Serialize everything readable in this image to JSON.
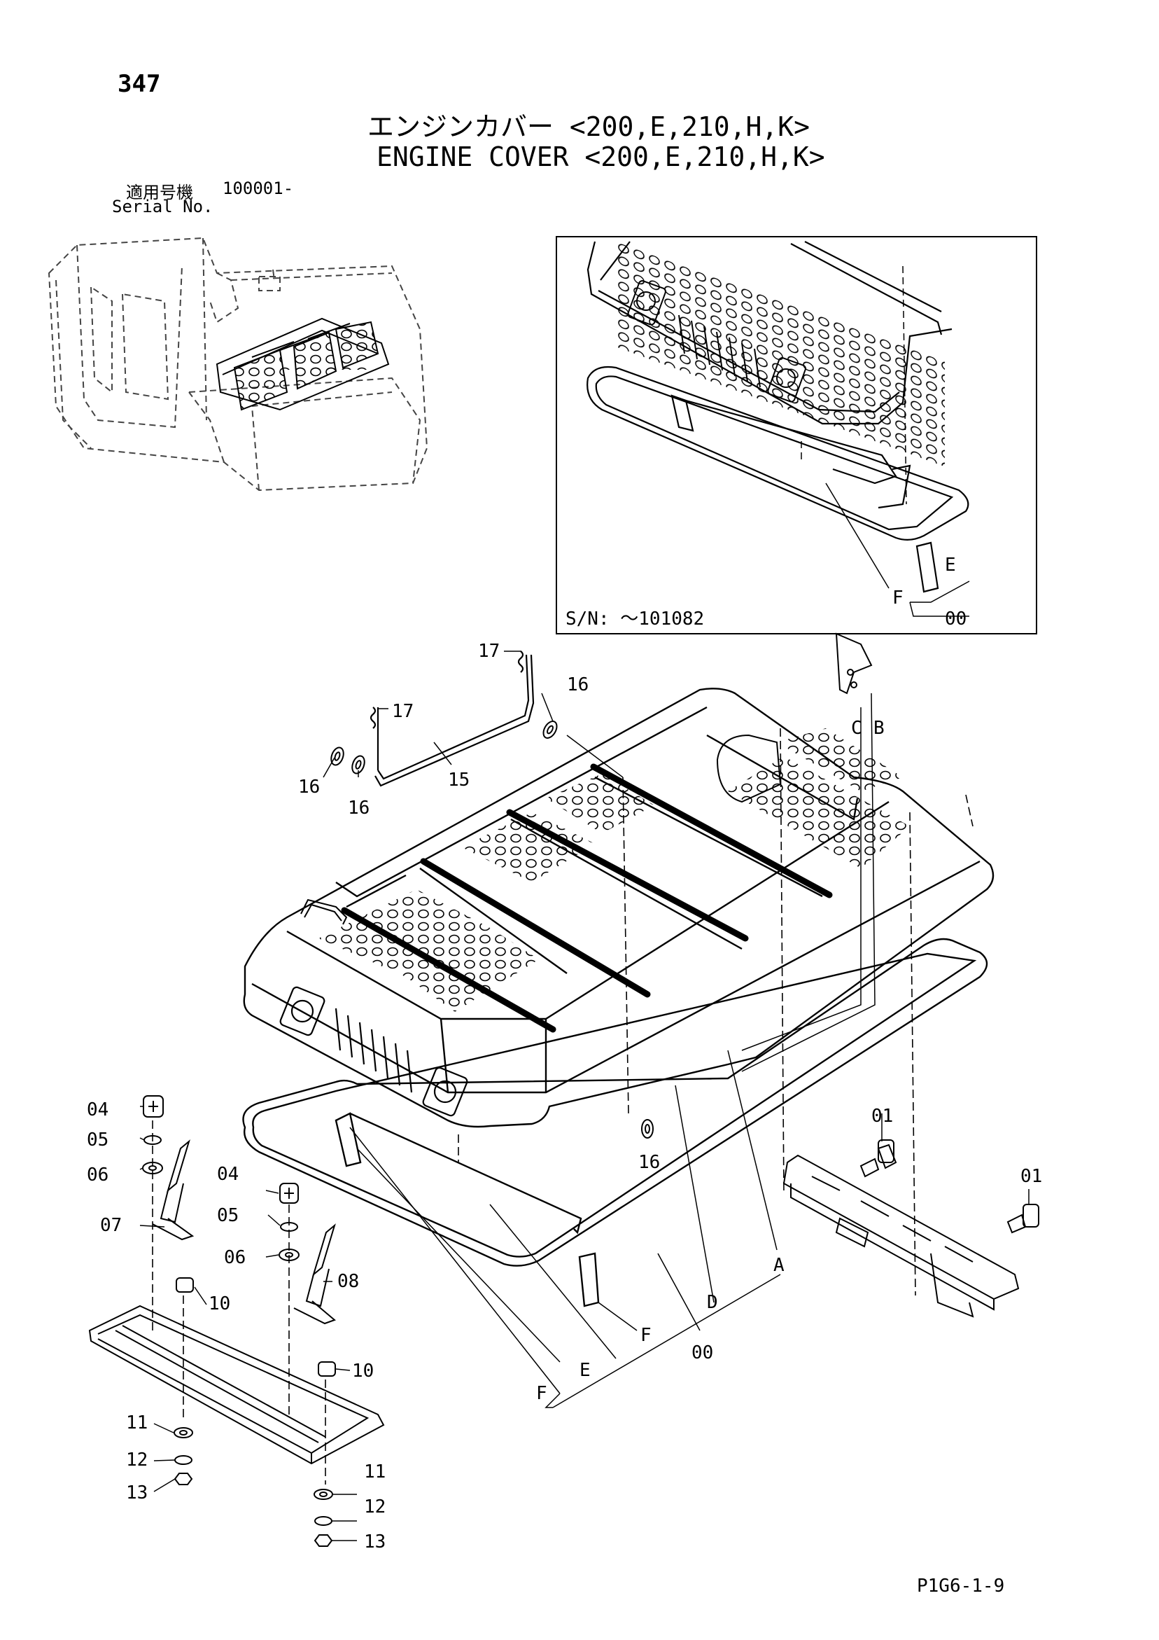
{
  "page_number": "347",
  "title_jp": "エンジンカバー <200,E,210,H,K>",
  "title_en": "ENGINE COVER <200,E,210,H,K>",
  "serial": {
    "label_jp": "適用号機",
    "from": "100001-",
    "label_en": "Serial No."
  },
  "inset": {
    "serial_range": "S/N: ～101082",
    "labels": {
      "F": "F",
      "E": "E",
      "assembly": "00"
    }
  },
  "callouts": {
    "p01a": "01",
    "p01b": "01",
    "p04a": "04",
    "p04b": "04",
    "p05a": "05",
    "p05b": "05",
    "p06a": "06",
    "p06b": "06",
    "p07": "07",
    "p08": "08",
    "p10a": "10",
    "p10b": "10",
    "p11a": "11",
    "p11b": "11",
    "p12a": "12",
    "p12b": "12",
    "p13a": "13",
    "p13b": "13",
    "p15": "15",
    "p16a": "16",
    "p16b": "16",
    "p16c": "16",
    "p16d": "16",
    "p17a": "17",
    "p17b": "17",
    "A": "A",
    "B": "B",
    "C": "C",
    "D": "D",
    "E": "E",
    "F1": "F",
    "F2": "F",
    "assembly": "00"
  },
  "footer_code": "P1G6-1-9"
}
